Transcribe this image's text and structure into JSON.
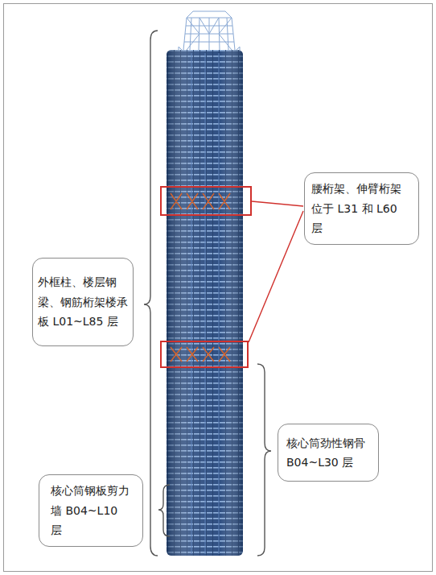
{
  "diagram": {
    "nodes": [
      {
        "text": [
          "腰桁架、伸臂桁架位于 L31 和 L60 层"
        ]
      },
      {
        "text": [
          "外框柱、楼层钢梁、钢筋桁架楼承板 L01~L85 层"
        ]
      },
      {
        "text": [
          "核心筒劲性钢骨 B04~L30 层"
        ]
      },
      {
        "text": [
          "核心筒钢板剪力墙 B04~L10 层"
        ]
      }
    ]
  }
}
